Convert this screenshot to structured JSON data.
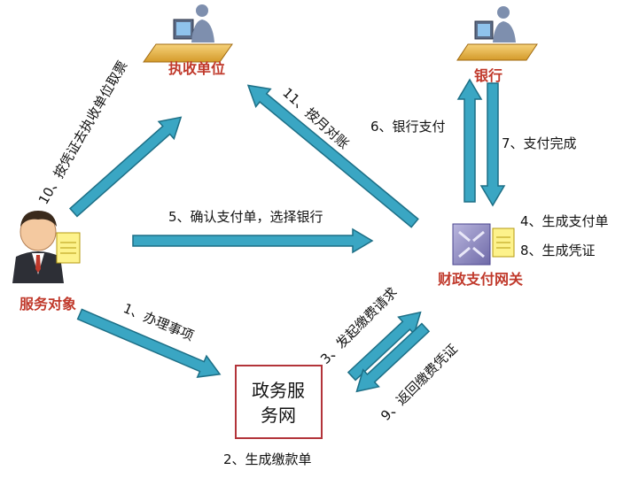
{
  "nodes": {
    "receiver": "执收单位",
    "bank": "银行",
    "gateway": "财政支付网关",
    "client": "服务对象",
    "service_line1": "政务服",
    "service_line2": "务网"
  },
  "steps": {
    "s1": "1、办理事项",
    "s2": "2、生成缴款单",
    "s3": "3、发起缴费请求",
    "s4": "4、生成支付单",
    "s5": "5、确认支付单，选择银行",
    "s6": "6、银行支付",
    "s7": "7、支付完成",
    "s8": "8、生成凭证",
    "s9": "9、返回缴费凭证",
    "s10": "10、按凭证去执收单位取票",
    "s11": "11、按月对账"
  },
  "colors": {
    "arrow_fill": "#3aa6c3",
    "arrow_stroke": "#1d6f86",
    "node_label": "#c0392b",
    "box_border": "#b3343a"
  }
}
